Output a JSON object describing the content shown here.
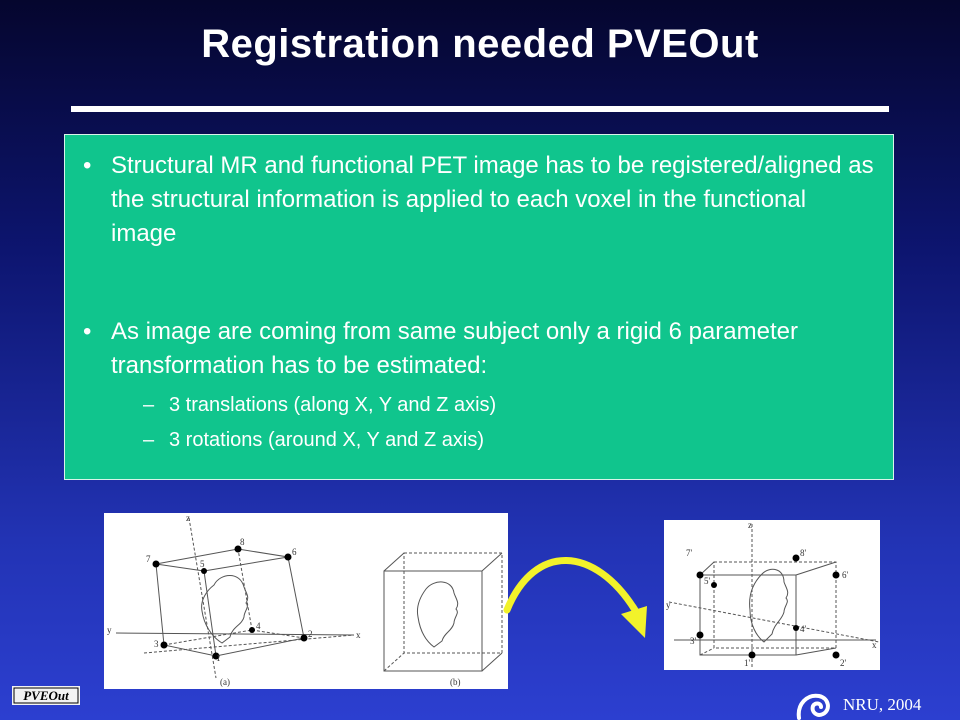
{
  "slide": {
    "title": "Registration needed PVEOut",
    "bullets": [
      {
        "symbol": "•",
        "text": "Structural MR and functional PET image has to be registered/aligned as the structural information is applied to each voxel in the functional image"
      },
      {
        "symbol": "•",
        "text": "As image are coming from same subject only a rigid 6 parameter transformation has to be estimated:",
        "subitems": [
          {
            "symbol": "–",
            "text": "3 translations (along X, Y and Z axis)"
          },
          {
            "symbol": "–",
            "text": "3 rotations (around X, Y and Z axis)"
          }
        ]
      }
    ],
    "figures": {
      "left_label_a": "(a)",
      "left_label_b": "(b)",
      "axis_x": "x",
      "axis_y": "y",
      "axis_z": "z",
      "left_vertex_labels": [
        "1",
        "2",
        "3",
        "4",
        "5",
        "6",
        "7",
        "8"
      ],
      "right_vertex_labels": [
        "1'",
        "2'",
        "3'",
        "4'",
        "5'",
        "6'",
        "7'",
        "8'"
      ]
    },
    "logo_text": "PVEOut",
    "footer": "NRU, 2004",
    "colors": {
      "panel": "#10c58d",
      "arrow": "#f2f22a",
      "background_top": "#05062e",
      "background_bottom": "#2c3fd0"
    }
  }
}
